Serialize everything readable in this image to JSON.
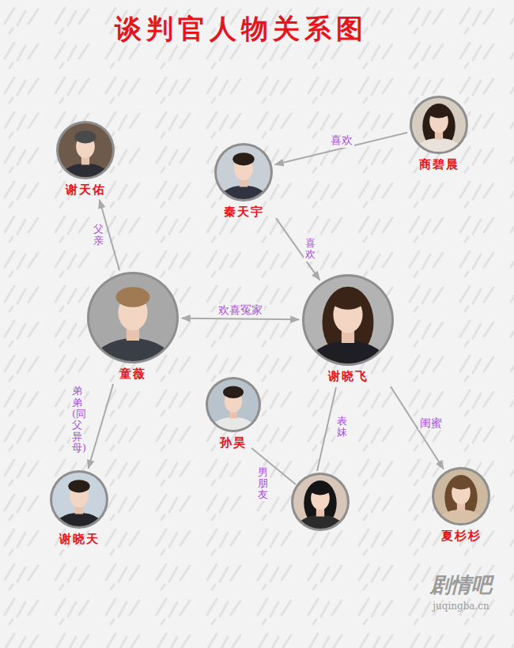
{
  "diagram": {
    "title": "谈判官人物关系图",
    "nodes": [
      {
        "text": [
          "谢天佑"
        ]
      },
      {
        "text": [
          "秦天宇"
        ]
      },
      {
        "text": [
          "商碧晨"
        ]
      },
      {
        "text": [
          "童薇"
        ]
      },
      {
        "text": [
          "谢晓飞"
        ]
      },
      {
        "text": [
          "孙昊"
        ]
      },
      {
        "text": [
          "谢晓天"
        ]
      },
      {
        "text": [
          "夏杉杉"
        ]
      }
    ],
    "edges": [
      {
        "from": 3,
        "to": 0,
        "label": "父亲",
        "arrow": "to"
      },
      {
        "from": 2,
        "to": 1,
        "label": "喜欢",
        "arrow": "to"
      },
      {
        "from": 1,
        "to": 4,
        "label": "喜欢",
        "arrow": "to"
      },
      {
        "from": 3,
        "to": 4,
        "label": "欢喜冤家",
        "arrow": "both"
      },
      {
        "from": 3,
        "to": 6,
        "label": "弟弟(同父异母)",
        "arrow": "to"
      },
      {
        "from": 4,
        "to": 7,
        "label": "闺蜜",
        "arrow": "to"
      }
    ],
    "labels": [
      "表妹",
      "男朋友",
      "剧情吧",
      "juqingba.cn"
    ]
  }
}
